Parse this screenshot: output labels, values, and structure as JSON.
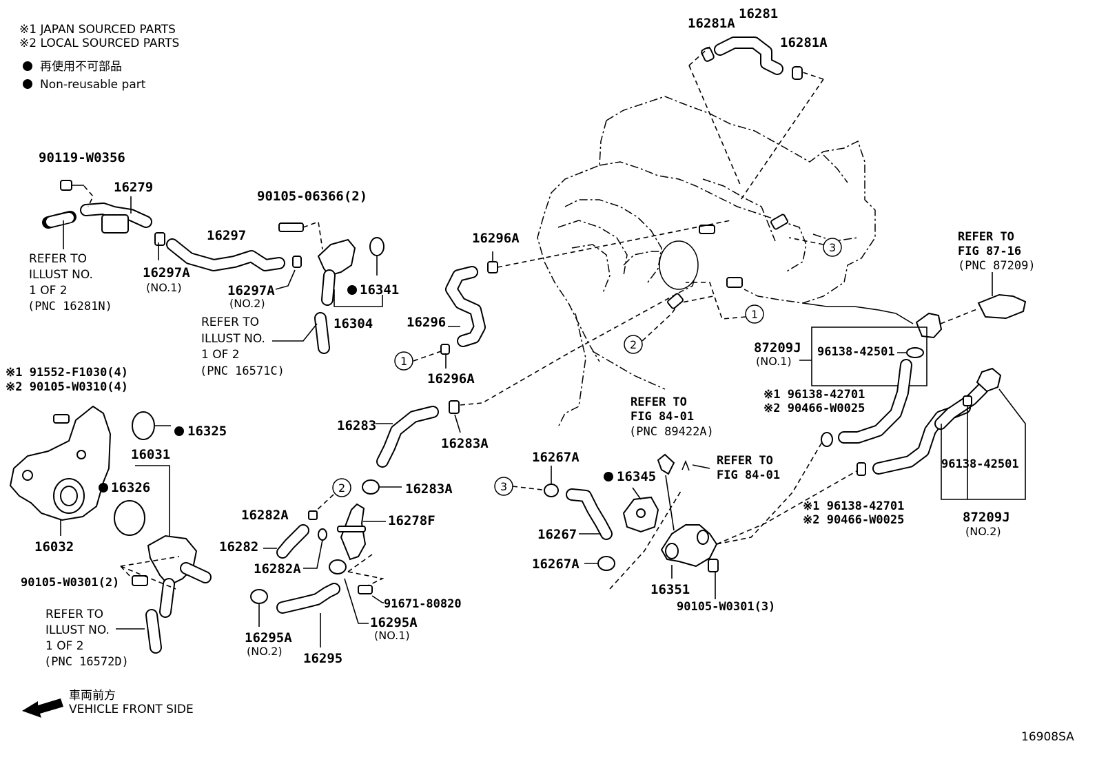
{
  "notes": {
    "japan": "※1  JAPAN SOURCED PARTS",
    "local": "※2  LOCAL SOURCED PARTS",
    "nonreusable_jp": "再使用不可部品",
    "nonreusable_en": "Non-reusable part"
  },
  "parts": {
    "p90119": "90119-W0356",
    "p16279": "16279",
    "p16297": "16297",
    "p16297A_1": "16297A",
    "no1_a": "(NO.1)",
    "p16297A_2": "16297A",
    "no2_a": "(NO.2)",
    "p90105_06366": "90105-06366(2)",
    "p16341": "16341",
    "p16304": "16304",
    "p16296A_top": "16296A",
    "p16296": "16296",
    "p16296A_bot": "16296A",
    "p16281A_l": "16281A",
    "p16281": "16281",
    "p16281A_r": "16281A",
    "p91552": "※1 91552-F1030(4)",
    "p90105_W0310": "※2 90105-W0310(4)",
    "p16325": "16325",
    "p16031": "16031",
    "p16326": "16326",
    "p16032": "16032",
    "p90105_W0301_2": "90105-W0301(2)",
    "p16283": "16283",
    "p16283A_1": "16283A",
    "p16283A_2": "16283A",
    "p16282A_1": "16282A",
    "p16282": "16282",
    "p16282A_2": "16282A",
    "p16278F": "16278F",
    "p91671": "91671-80820",
    "p16295A_1": "16295A",
    "no1_b": "(NO.1)",
    "p16295A_2": "16295A",
    "no2_b": "(NO.2)",
    "p16295": "16295",
    "p16267A_1": "16267A",
    "p16267": "16267",
    "p16267A_2": "16267A",
    "p16345": "16345",
    "p16351": "16351",
    "p90105_W0301_3": "90105-W0301(3)",
    "p87209J_1": "87209J",
    "no1_c": "(NO.1)",
    "p96138_42501_1": "96138-42501",
    "p96138_42701_1": "※1 96138-42701",
    "p90466_1": "※2 90466-W0025",
    "p96138_42701_2": "※1 96138-42701",
    "p90466_2": "※2 90466-W0025",
    "p96138_42501_2": "96138-42501",
    "p87209J_2": "87209J",
    "no2_c": "(NO.2)"
  },
  "refs": {
    "r1": [
      "REFER TO",
      "ILLUST NO.",
      "1 OF 2",
      "(PNC 16281N)"
    ],
    "r2": [
      "REFER TO",
      "ILLUST NO.",
      "1 OF 2",
      "(PNC 16571C)"
    ],
    "r3": [
      "REFER TO",
      "ILLUST NO.",
      "1 OF 2",
      "(PNC 16572D)"
    ],
    "r4": [
      "REFER TO",
      "FIG 84-01",
      "(PNC 89422A)"
    ],
    "r5": [
      "REFER TO",
      "FIG 84-01"
    ],
    "r6": [
      "REFER TO",
      "FIG 87-16",
      "(PNC 87209)"
    ]
  },
  "markers": {
    "m1": "1",
    "m2": "2",
    "m3": "3"
  },
  "direction": {
    "jp": "車両前方",
    "en": "VEHICLE FRONT SIDE"
  },
  "figure_id": "16908SA"
}
